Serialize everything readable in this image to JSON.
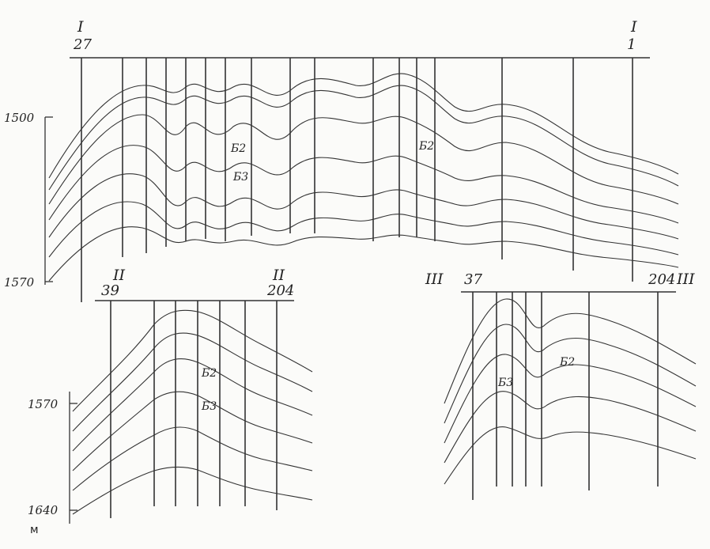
{
  "profiles": [
    {
      "id": "I",
      "start_label": "I",
      "end_label": "I",
      "start_well": "27",
      "end_well": "1",
      "depth_labels": [
        "1500",
        "1570"
      ],
      "bed_labels": [
        "Б2",
        "Б3",
        "Б2"
      ]
    },
    {
      "id": "II",
      "start_label": "II",
      "end_label": "II",
      "start_well": "39",
      "end_well": "204",
      "depth_labels": [
        "1570",
        "1640"
      ],
      "bed_labels": [
        "Б2",
        "Б3"
      ]
    },
    {
      "id": "III",
      "start_label": "III",
      "end_label": "III",
      "start_well": "37",
      "end_well": "204",
      "bed_labels": [
        "Б2",
        "Б3"
      ]
    }
  ],
  "depth_unit": "м",
  "colors": {
    "ink": "#333333",
    "paper": "#fbfbf9"
  }
}
